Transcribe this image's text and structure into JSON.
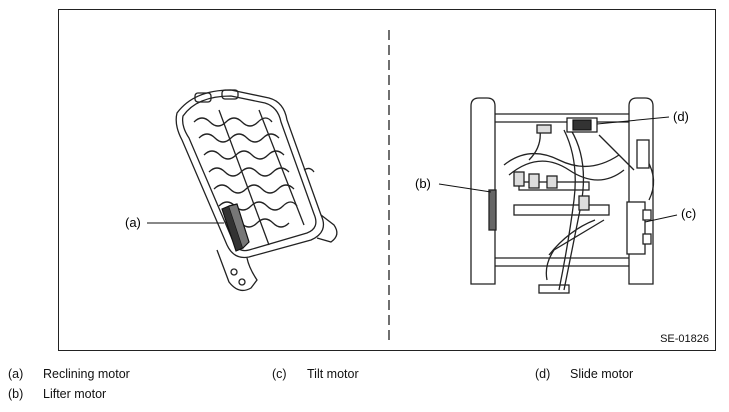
{
  "figure": {
    "id": "SE-01826",
    "callouts": {
      "a": "(a)",
      "b": "(b)",
      "c": "(c)",
      "d": "(d)"
    }
  },
  "legend": [
    {
      "key": "(a)",
      "label": "Reclining motor"
    },
    {
      "key": "(b)",
      "label": "Lifter motor"
    },
    {
      "key": "(c)",
      "label": "Tilt motor"
    },
    {
      "key": "(d)",
      "label": "Slide motor"
    }
  ]
}
